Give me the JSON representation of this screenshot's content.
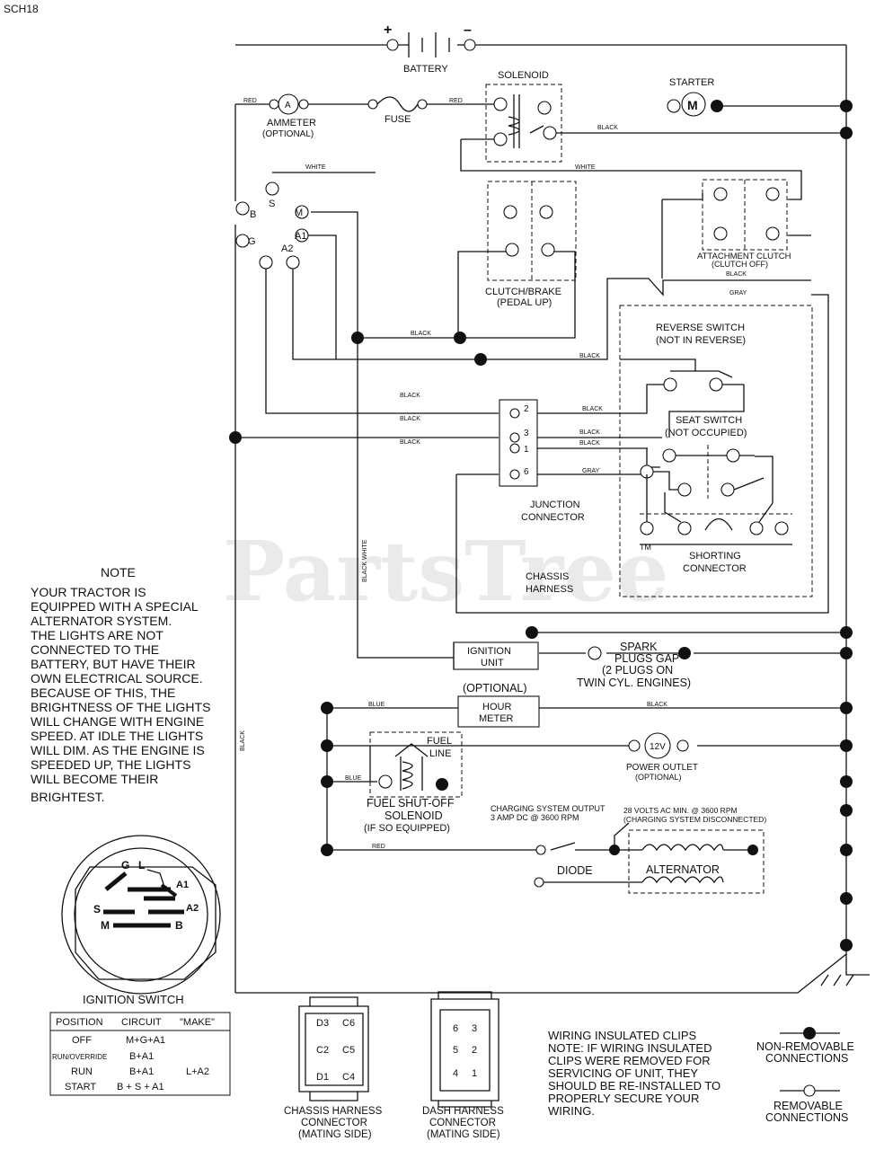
{
  "sheet_id": "SCH18",
  "watermark": "PartsTree",
  "trademark": "TM",
  "battery": {
    "label": "BATTERY",
    "plus": "+",
    "minus": "–"
  },
  "solenoid": {
    "label": "SOLENOID"
  },
  "starter": {
    "label": "STARTER",
    "symbol": "M"
  },
  "ammeter": {
    "label": "AMMETER",
    "sub": "(OPTIONAL)",
    "symbol": "A"
  },
  "fuse": {
    "label": "FUSE"
  },
  "ignition_terminals": {
    "s": "S",
    "b": "B",
    "g": "G",
    "m": "M",
    "a1": "A1",
    "a2": "A2"
  },
  "clutch_brake": {
    "label": "CLUTCH/BRAKE",
    "sub": "(PEDAL UP)"
  },
  "attachment_clutch": {
    "label": "ATTACHMENT CLUTCH",
    "sub": "(CLUTCH OFF)"
  },
  "reverse_switch": {
    "label": "REVERSE SWITCH",
    "sub": "(NOT IN REVERSE)"
  },
  "seat_switch": {
    "label": "SEAT SWITCH",
    "sub": "(NOT OCCUPIED)"
  },
  "junction": {
    "label": "JUNCTION",
    "sub": "CONNECTOR",
    "pins": [
      "2",
      "3",
      "1",
      "6"
    ]
  },
  "shorting": {
    "label": "SHORTING",
    "sub": "CONNECTOR"
  },
  "chassis_harness": {
    "label": "CHASSIS",
    "sub": "HARNESS"
  },
  "ignition_unit": {
    "label": "IGNITION",
    "sub": "UNIT"
  },
  "spark": {
    "l1": "SPARK",
    "l2": "PLUGS GAP",
    "l3": "(2 PLUGS ON",
    "l4": "TWIN CYL. ENGINES)"
  },
  "hour_meter": {
    "optional": "(OPTIONAL)",
    "l1": "HOUR",
    "l2": "METER"
  },
  "fuel_line": {
    "l1": "FUEL",
    "l2": "LINE"
  },
  "power_outlet": {
    "symbol": "12V",
    "label": "POWER OUTLET",
    "sub": "(OPTIONAL)"
  },
  "fuel_solenoid": {
    "l1": "FUEL SHUT-OFF",
    "l2": "SOLENOID",
    "l3": "(IF SO EQUIPPED)"
  },
  "charging_output": {
    "l1": "CHARGING SYSTEM OUTPUT",
    "l2": "3 AMP DC @ 3600 RPM"
  },
  "charging_ac": {
    "l1": "28 VOLTS AC MIN. @ 3600 RPM",
    "l2": "(CHARGING SYSTEM DISCONNECTED)"
  },
  "diode": {
    "label": "DIODE"
  },
  "alternator": {
    "label": "ALTERNATOR"
  },
  "wires": {
    "red": "RED",
    "white": "WHITE",
    "black": "BLACK",
    "gray": "GRAY",
    "blue": "BLUE",
    "black_white": "BLACK WHITE"
  },
  "note": {
    "title": "NOTE",
    "lines": [
      "YOUR TRACTOR IS",
      "EQUIPPED WITH A SPECIAL",
      "ALTERNATOR SYSTEM.",
      "THE LIGHTS ARE NOT",
      "CONNECTED TO THE",
      "BATTERY, BUT HAVE THEIR",
      "OWN ELECTRICAL SOURCE.",
      "BECAUSE OF THIS, THE",
      "BRIGHTNESS OF THE LIGHTS",
      "WILL CHANGE WITH ENGINE",
      "SPEED.  AT IDLE THE LIGHTS",
      "WILL DIM.  AS THE ENGINE IS",
      "SPEEDED UP, THE LIGHTS",
      "WILL BECOME THEIR",
      "BRIGHTEST."
    ]
  },
  "ignition_switch": {
    "label": "IGNITION SWITCH",
    "terminals": {
      "g": "G",
      "l": "L",
      "a1": "A1",
      "s": "S",
      "a2": "A2",
      "m": "M",
      "b": "B"
    },
    "headers": [
      "POSITION",
      "CIRCUIT",
      "\"MAKE\""
    ],
    "rows": [
      [
        "OFF",
        "M+G+A1",
        ""
      ],
      [
        "RUN/OVERRIDE",
        "B+A1",
        ""
      ],
      [
        "RUN",
        "B+A1",
        "L+A2"
      ],
      [
        "START",
        "B + S + A1",
        ""
      ]
    ]
  },
  "chassis_connector": {
    "l1": "CHASSIS HARNESS",
    "l2": "CONNECTOR",
    "l3": "(MATING SIDE)",
    "pins": [
      "D3",
      "C6",
      "C2",
      "C5",
      "D1",
      "C4"
    ]
  },
  "dash_connector": {
    "l1": "DASH HARNESS",
    "l2": "CONNECTOR",
    "l3": "(MATING SIDE)",
    "pins": [
      "6",
      "3",
      "5",
      "2",
      "4",
      "1"
    ]
  },
  "clips_note": {
    "lines": [
      "WIRING INSULATED CLIPS",
      "NOTE: IF WIRING INSULATED",
      "CLIPS WERE REMOVED FOR",
      "SERVICING OF UNIT, THEY",
      "SHOULD BE RE-INSTALLED TO",
      "PROPERLY SECURE YOUR",
      "WIRING."
    ]
  },
  "legend": {
    "non_removable": [
      "NON-REMOVABLE",
      "CONNECTIONS"
    ],
    "removable": [
      "REMOVABLE",
      "CONNECTIONS"
    ]
  }
}
